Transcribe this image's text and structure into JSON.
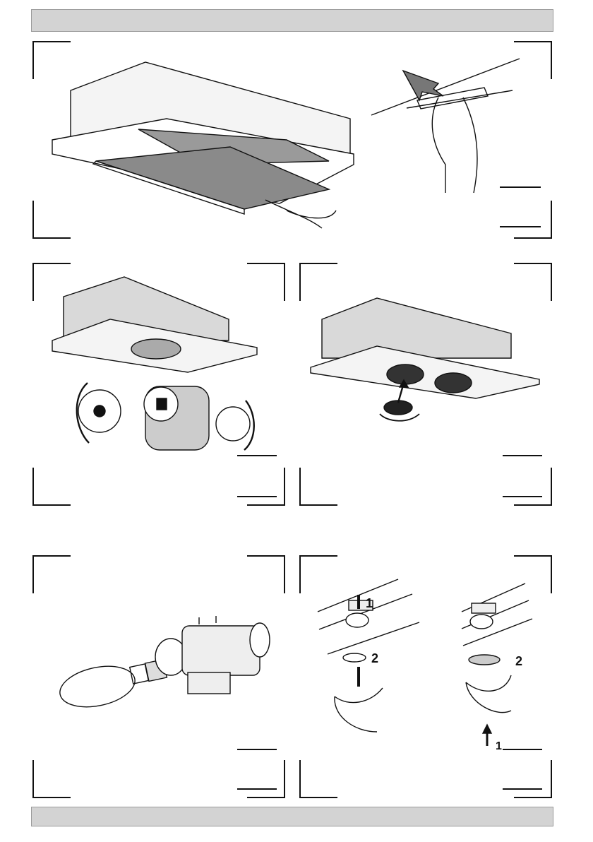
{
  "panels": {
    "filter_removal": {
      "icon": "grease-filter-removal-illustration"
    },
    "push_button": {
      "icon": "push-release-button-illustration"
    },
    "motor_removal": {
      "icon": "motor-fan-removal-illustration"
    },
    "charcoal_filter": {
      "icon": "charcoal-filter-install-illustration"
    },
    "bulb_socket": {
      "icon": "bulb-socket-illustration"
    },
    "lamp_replacement": {
      "icon": "lamp-replacement-illustration",
      "step_labels": [
        "1",
        "2",
        "2",
        "1"
      ]
    }
  },
  "colors": {
    "header_bar": "#d3d3d3",
    "line": "#111111",
    "metal": "#bdbdbd"
  }
}
